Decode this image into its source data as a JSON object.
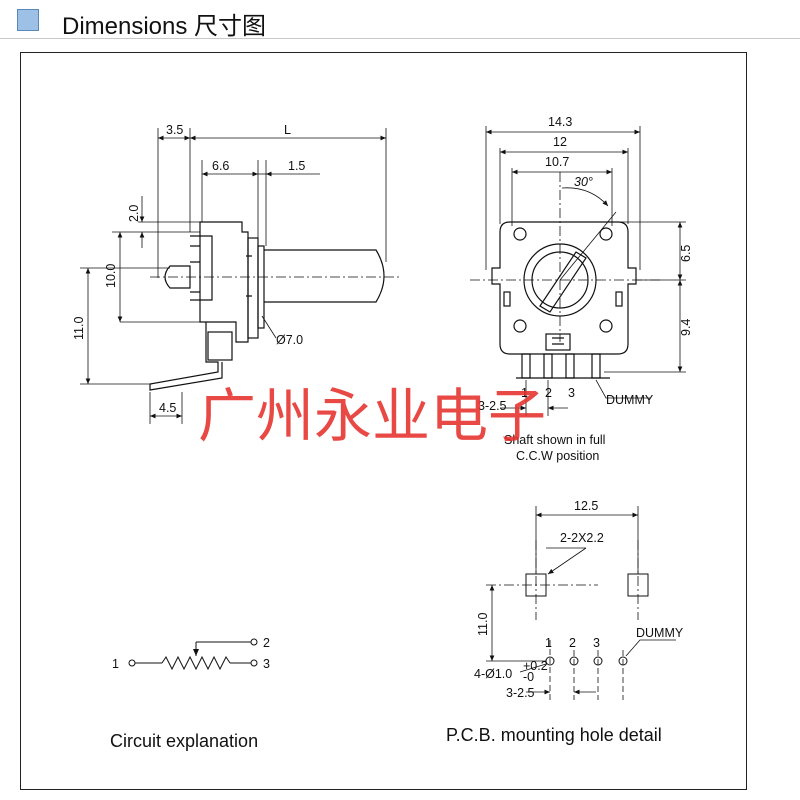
{
  "header": {
    "title": "Dimensions 尺寸图",
    "icon": "blue-square-icon",
    "accent_color": "#9cc0e6"
  },
  "side_view": {
    "dim_shaft_offset": "3.5",
    "dim_length": "L",
    "dim_body": "6.6",
    "dim_collar": "1.5",
    "dim_top": "2.0",
    "dim_bushing": "10.0",
    "dim_height": "11.0",
    "dim_pin_offset": "4.5",
    "shaft_diameter": "Ø7.0"
  },
  "front_view": {
    "dim_width_outer": "14.3",
    "dim_width_mid": "12",
    "dim_width_inner": "10.7",
    "angle": "30°",
    "dim_upper": "6.5",
    "dim_lower": "9.4",
    "pin_1": "1",
    "pin_2": "2",
    "pin_3": "3",
    "pitch": "3-2.5",
    "dummy_label": "DUMMY",
    "note_line1": "Shaft shown in full",
    "note_line2": "C.C.W position"
  },
  "circuit": {
    "terminal_1": "1",
    "terminal_2": "2",
    "terminal_3": "3",
    "caption": "Circuit explanation"
  },
  "pcb": {
    "dim_span": "12.5",
    "dim_mount_holes": "2-2X2.2",
    "dim_vertical": "11.0",
    "pin_1": "1",
    "pin_2": "2",
    "pin_3": "3",
    "dummy_label": "DUMMY",
    "hole_spec": "4-Ø1.0",
    "tol_plus": "+0.2",
    "tol_minus": "-0",
    "pitch": "3-2.5",
    "caption": "P.C.B.  mounting hole detail"
  },
  "watermark": {
    "text": "广州永业电子",
    "color": "#e5302a"
  }
}
